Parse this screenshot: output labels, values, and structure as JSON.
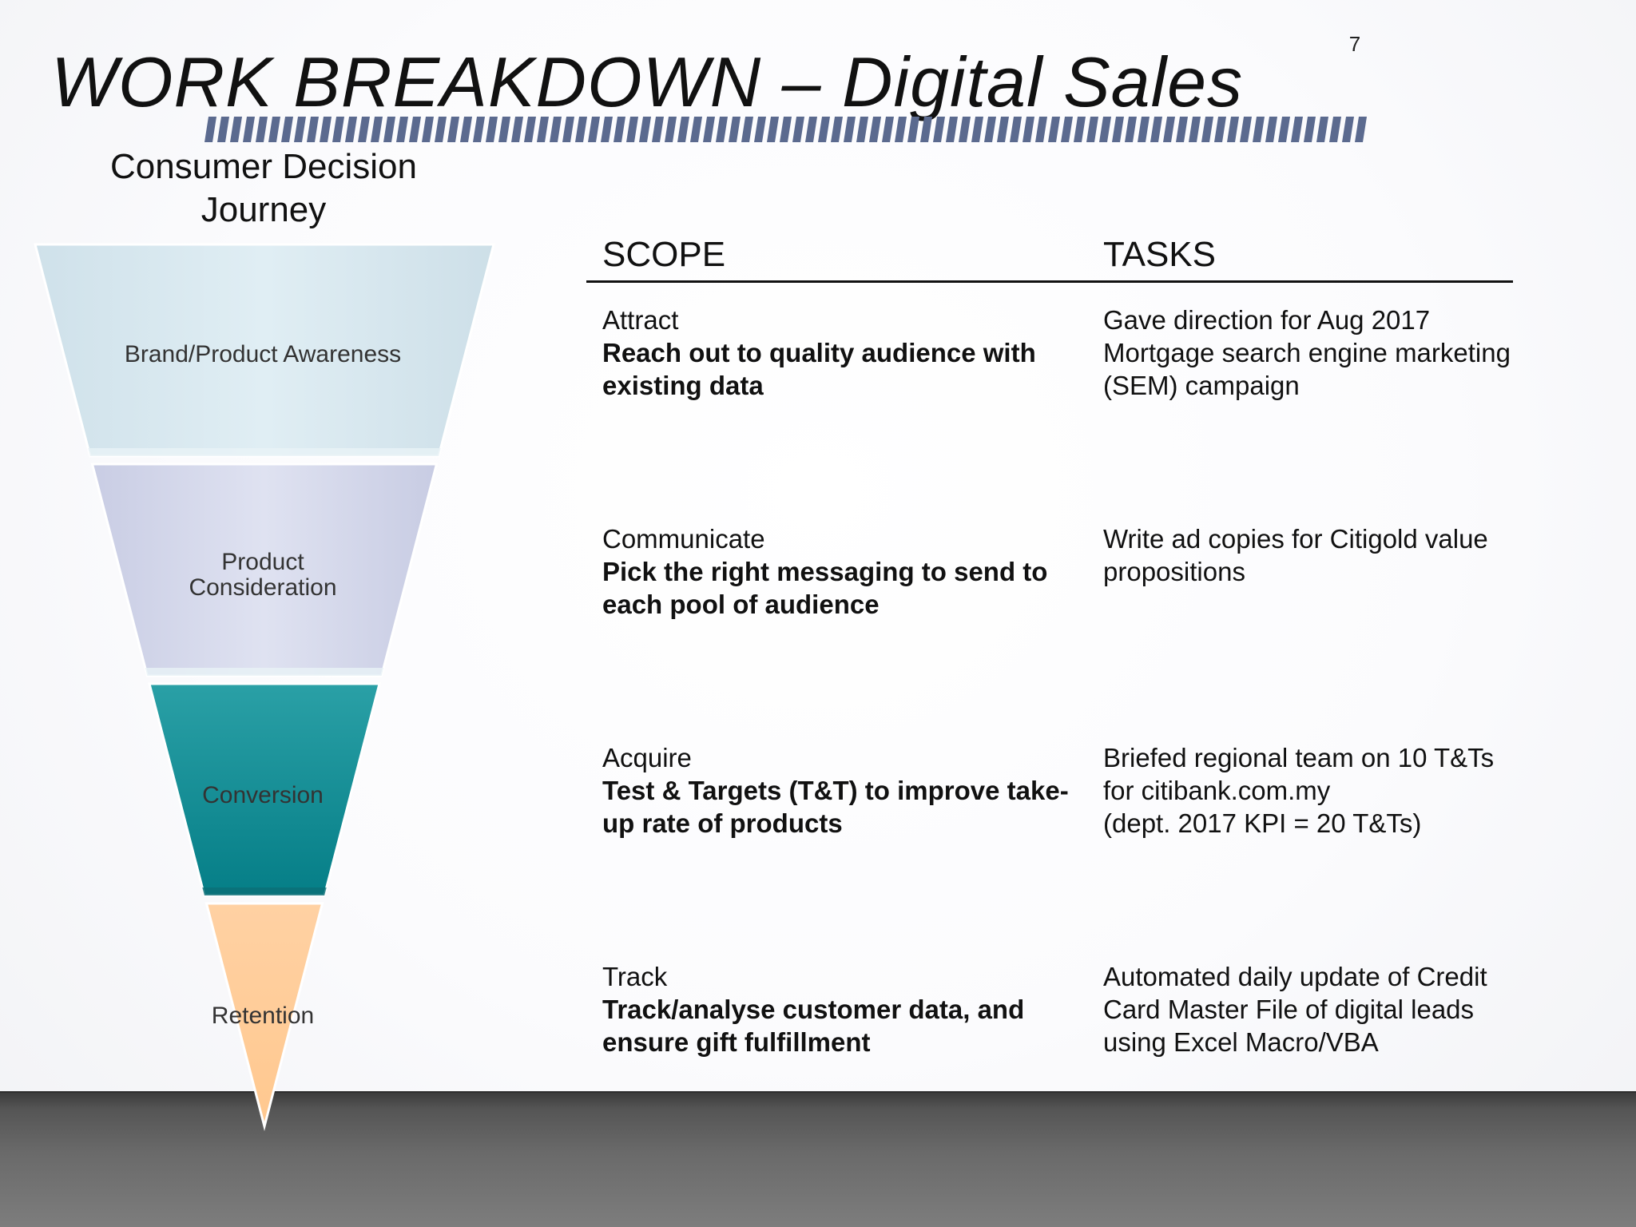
{
  "slide": {
    "page_number": "7",
    "title": "WORK BREAKDOWN – Digital Sales",
    "subtitle": "Consumer Decision Journey"
  },
  "funnel": {
    "stages": [
      {
        "label": "Brand/Product Awareness",
        "color": "#d6e8ef"
      },
      {
        "label": "Product\nConsideration",
        "color": "#d4d8ec"
      },
      {
        "label": "Conversion",
        "color": "#14888f"
      },
      {
        "label": "Retention",
        "color": "#ffcc99"
      }
    ]
  },
  "table": {
    "scope_header": "SCOPE",
    "tasks_header": "TASKS",
    "rows": [
      {
        "scope_name": "Attract",
        "scope_desc": "Reach out to quality audience with existing data",
        "task": "Gave direction for Aug 2017 Mortgage search engine marketing (SEM) campaign"
      },
      {
        "scope_name": "Communicate",
        "scope_desc": "Pick the right messaging to send to each pool of audience",
        "task": "Write ad copies for Citigold value propositions"
      },
      {
        "scope_name": "Acquire",
        "scope_desc": "Test & Targets (T&T) to improve take-up rate of products",
        "task": "Briefed regional team on 10 T&Ts\nfor citibank.com.my\n(dept. 2017 KPI = 20 T&Ts)"
      },
      {
        "scope_name": "Track",
        "scope_desc": "Track/analyse customer data, and ensure gift fulfillment",
        "task": "Automated daily update of Credit Card Master File of digital leads using Excel Macro/VBA"
      }
    ]
  },
  "theme": {
    "title_bar_color": "#5b6a8f"
  }
}
